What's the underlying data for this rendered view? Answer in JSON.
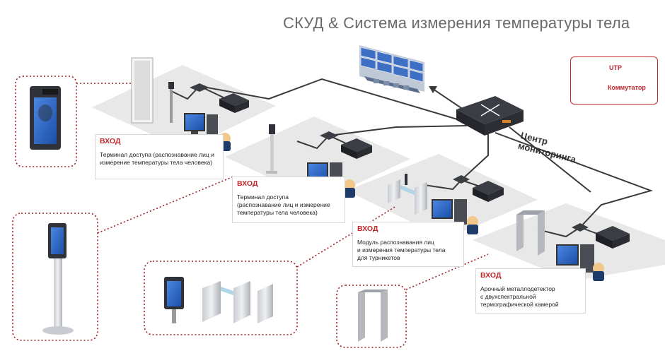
{
  "title": "СКУД & Система измерения температуры тела",
  "legend": {
    "utp_label": "UTP",
    "switch_label": "Коммутатор"
  },
  "center_label": [
    "Центр",
    "мониторинга"
  ],
  "stations": [
    {
      "header": "ВХОД",
      "text": [
        "Терминал доступа (распознавание лиц и",
        "измерение температуры тела человека)"
      ]
    },
    {
      "header": "ВХОД",
      "text": [
        "Терминал доступа",
        "(распознавание лиц и измерение",
        "температуры тела человека)"
      ]
    },
    {
      "header": "ВХОД",
      "text": [
        "Модуль распознавания лиц",
        "и измерения температуры тела",
        "для турникетов"
      ]
    },
    {
      "header": "ВХОД",
      "text": [
        "Арочный металлодетектор",
        "с двухспектральной",
        "термографической камерой"
      ]
    }
  ],
  "colors": {
    "accent": "#c2272d",
    "platform": "#e9e9e9",
    "cable": "#3a3a3a",
    "monitor_blue": "#2d63c8",
    "device_dark": "#2f3238"
  }
}
